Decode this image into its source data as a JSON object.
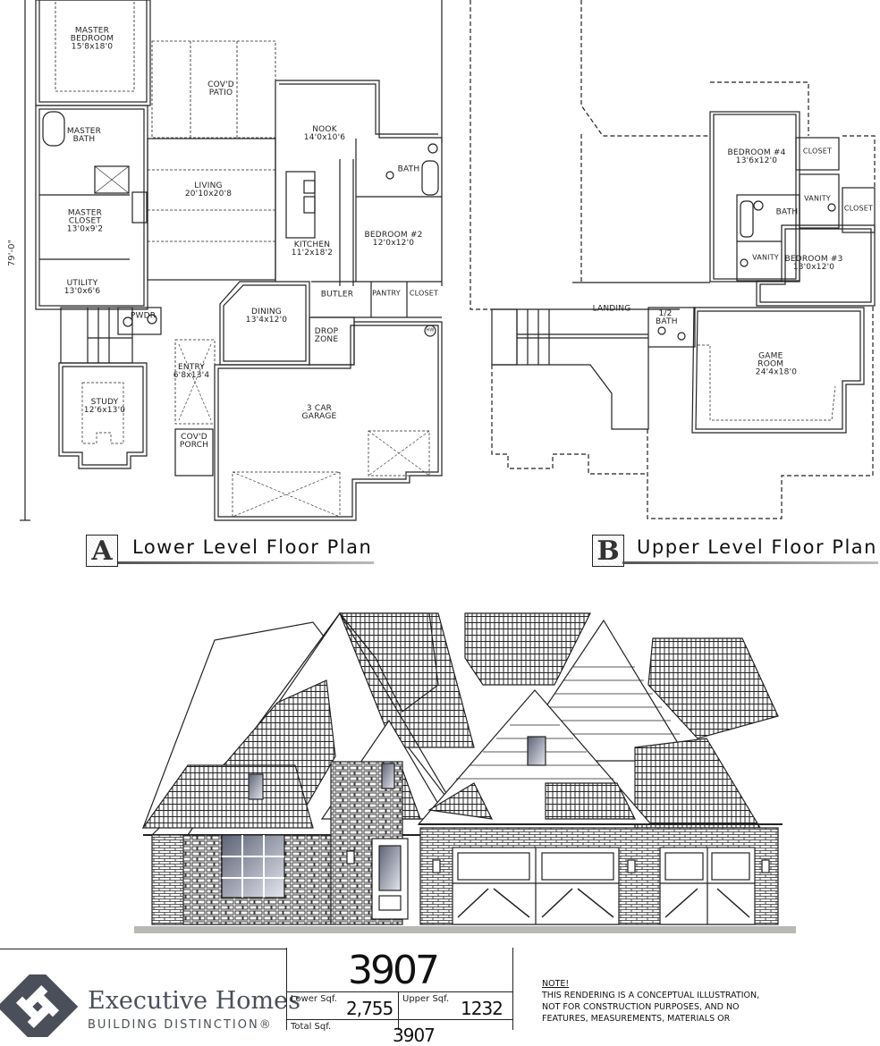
{
  "lower_plan": {
    "title": "Lower Level Floor Plan",
    "badge": "A",
    "overall_dimension": "79'-0\"",
    "rooms": [
      {
        "name": "MASTER BEDROOM",
        "dim": "15'8x18'0"
      },
      {
        "name": "COV'D PATIO",
        "dim": ""
      },
      {
        "name": "MASTER BATH",
        "dim": ""
      },
      {
        "name": "NOOK",
        "dim": "14'0x10'6"
      },
      {
        "name": "BATH",
        "dim": ""
      },
      {
        "name": "LIVING",
        "dim": "20'10x20'8"
      },
      {
        "name": "MASTER CLOSET",
        "dim": "13'0x9'2"
      },
      {
        "name": "KITCHEN",
        "dim": "11'2x18'2"
      },
      {
        "name": "BEDROOM #2",
        "dim": "12'0x12'0"
      },
      {
        "name": "UTILITY",
        "dim": "13'0x6'6"
      },
      {
        "name": "BUTLER",
        "dim": ""
      },
      {
        "name": "PANTRY",
        "dim": ""
      },
      {
        "name": "CLOSET",
        "dim": ""
      },
      {
        "name": "PWDR",
        "dim": ""
      },
      {
        "name": "DINING",
        "dim": "13'4x12'0"
      },
      {
        "name": "DROP ZONE",
        "dim": ""
      },
      {
        "name": "ENTRY",
        "dim": "6'8x13'4"
      },
      {
        "name": "STUDY",
        "dim": "12'6x13'0"
      },
      {
        "name": "3 CAR GARAGE",
        "dim": ""
      },
      {
        "name": "COV'D PORCH",
        "dim": ""
      },
      {
        "name": "HW",
        "dim": ""
      }
    ]
  },
  "upper_plan": {
    "title": "Upper Level Floor Plan",
    "badge": "B",
    "rooms": [
      {
        "name": "BEDROOM #4",
        "dim": "13'6x12'0"
      },
      {
        "name": "CLOSET",
        "dim": ""
      },
      {
        "name": "VANITY",
        "dim": ""
      },
      {
        "name": "BATH",
        "dim": ""
      },
      {
        "name": "CLOSET",
        "dim": ""
      },
      {
        "name": "VANITY",
        "dim": ""
      },
      {
        "name": "BEDROOM #3",
        "dim": "13'0x12'0"
      },
      {
        "name": "LANDING",
        "dim": ""
      },
      {
        "name": "1/2 BATH",
        "dim": ""
      },
      {
        "name": "GAME ROOM",
        "dim": "24'4x18'0"
      }
    ]
  },
  "elevation": {
    "description": "Front elevation rendering"
  },
  "title_block": {
    "brand_name": "Executive Homes",
    "brand_tagline": "BUILDING DISTINCTION®",
    "brand_color": "#4a4f59",
    "plan_number": "3907",
    "lower_sqft_label": "Lower Sqf.",
    "lower_sqft_value": "2,755",
    "upper_sqft_label": "Upper Sqf.",
    "upper_sqft_value": "1232",
    "total_sqft_label": "Total Sqf.",
    "total_sqft_value": "3907",
    "note_heading": "NOTE!",
    "note_lines": [
      "THIS RENDERING IS A CONCEPTUAL ILLUSTRATION,",
      "NOT FOR CONSTRUCTION PURPOSES, AND NO",
      "FEATURES, MEASUREMENTS, MATERIALS OR"
    ]
  }
}
